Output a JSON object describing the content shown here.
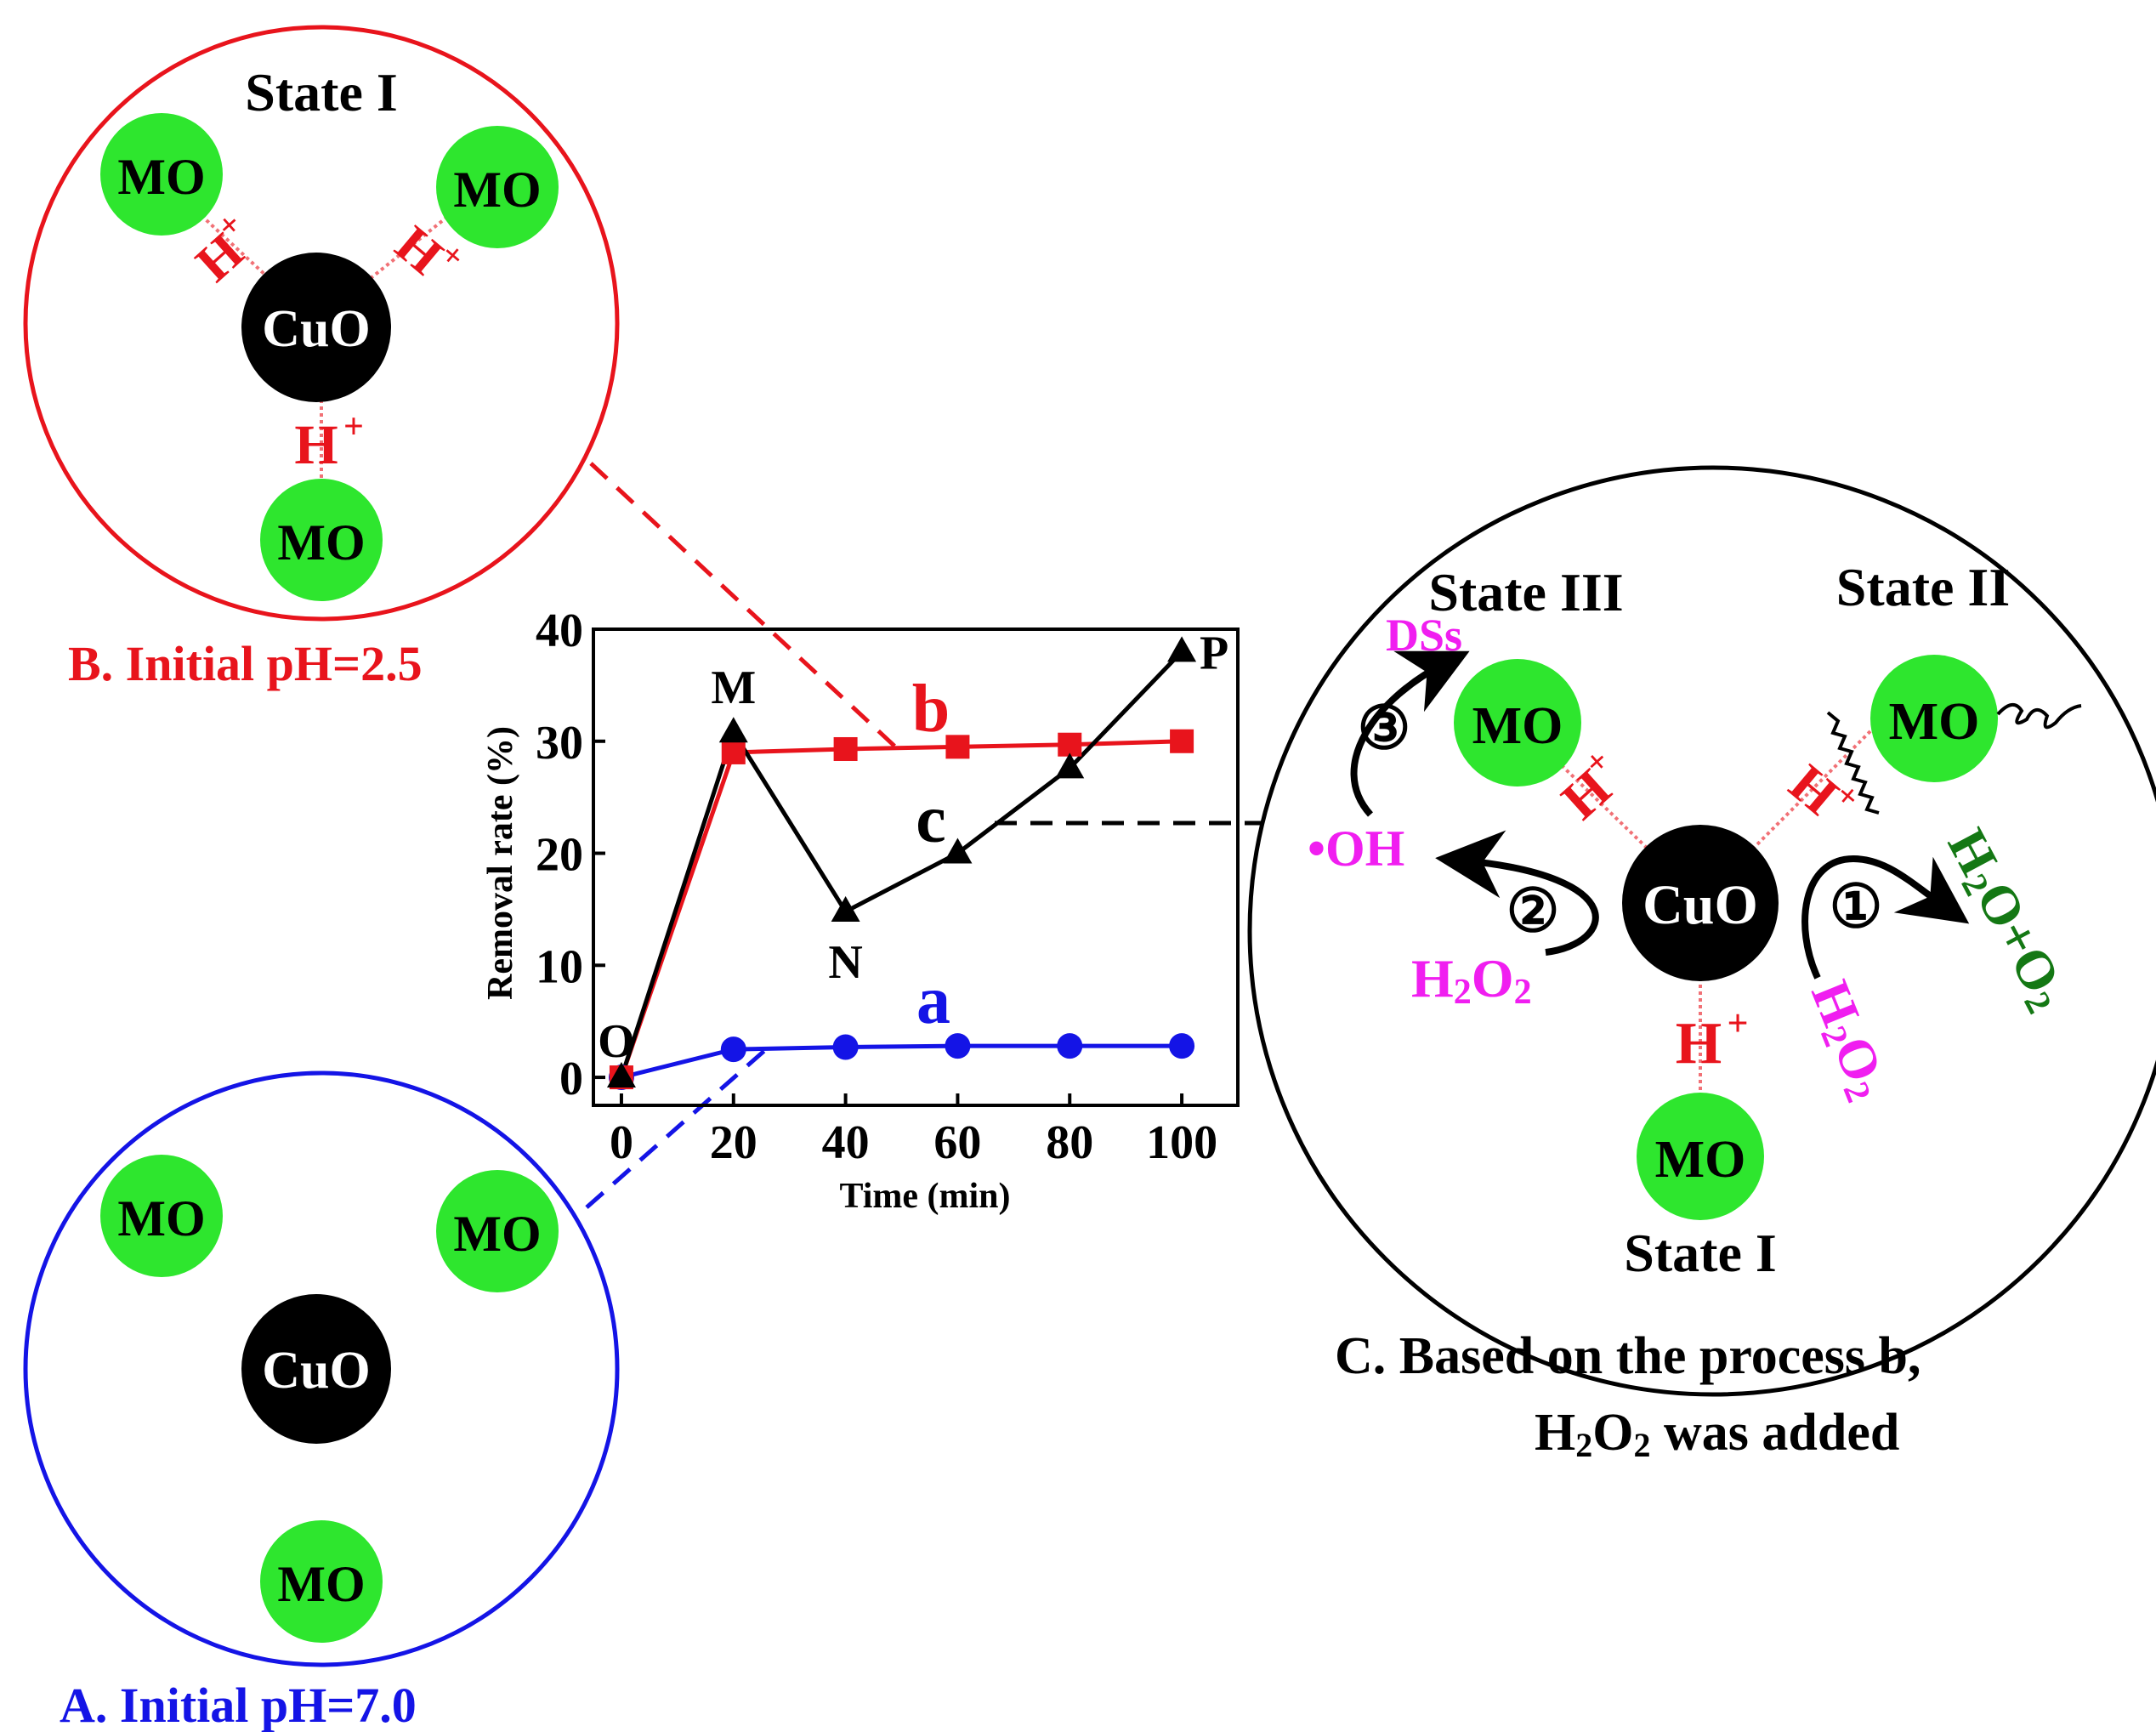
{
  "panel_a": {
    "caption": "A.  Initial pH=7.0",
    "mo": [
      "MO",
      "MO",
      "MO"
    ],
    "cuo": "CuO"
  },
  "panel_b": {
    "caption": "B.  Initial pH=2.5",
    "state": "State I",
    "mo": [
      "MO",
      "MO",
      "MO"
    ],
    "cuo": "CuO",
    "proton": "H",
    "proton_sup": "+"
  },
  "panel_c": {
    "caption_line1": "C.  Based on the process b,",
    "caption_line2_pre": "H",
    "caption_line2_sub1": "2",
    "caption_line2_mid": "O",
    "caption_line2_sub2": "2",
    "caption_line2_post": " was added",
    "state_1": "State I",
    "state_2": "State II",
    "state_3": "State III",
    "mo": [
      "MO",
      "MO",
      "MO"
    ],
    "cuo": "CuO",
    "proton": "H",
    "proton_sup": "+",
    "dss": "DSs",
    "oh": "•OH",
    "h2o2_h": "H",
    "h2o2_sub": "2",
    "h2o2_o": "O",
    "products_h": "H",
    "products_sub1": "2",
    "products_mid": "O+O",
    "products_sub2": "2",
    "step_1": "①",
    "step_2": "②",
    "step_3": "③"
  },
  "colors": {
    "red": "#e8141c",
    "blue": "#1414e6",
    "green_ball": "#2ee62e",
    "magenta": "#f01ef0",
    "dark_green": "#147814",
    "black": "#000000"
  },
  "chart_data": {
    "type": "line",
    "xlabel": "Time (min)",
    "ylabel": "Removal  rate (%)",
    "xlim": [
      -5,
      110
    ],
    "ylim": [
      -2.5,
      40
    ],
    "xticks": [
      0,
      20,
      40,
      60,
      80,
      100
    ],
    "yticks": [
      0,
      10,
      20,
      30,
      40
    ],
    "grid": false,
    "series": [
      {
        "name": "a",
        "color": "#1414e6",
        "marker": "circle",
        "x": [
          0,
          20,
          40,
          60,
          80,
          100
        ],
        "y": [
          0,
          2.5,
          2.7,
          2.8,
          2.8,
          2.8
        ]
      },
      {
        "name": "b",
        "color": "#e8141c",
        "marker": "square",
        "x": [
          0,
          20,
          40,
          60,
          80,
          100
        ],
        "y": [
          0,
          29,
          29.3,
          29.5,
          29.7,
          30
        ]
      },
      {
        "name": "c",
        "color": "#000000",
        "marker": "triangle",
        "x": [
          0,
          20,
          40,
          60,
          80,
          100
        ],
        "y": [
          0,
          30.8,
          14.8,
          20,
          27.6,
          38
        ]
      }
    ],
    "annotations": [
      {
        "text": "O",
        "x": 0,
        "y": 0
      },
      {
        "text": "M",
        "x": 20,
        "y": 30.8
      },
      {
        "text": "N",
        "x": 40,
        "y": 14.8
      },
      {
        "text": "P",
        "x": 100,
        "y": 38
      }
    ]
  }
}
